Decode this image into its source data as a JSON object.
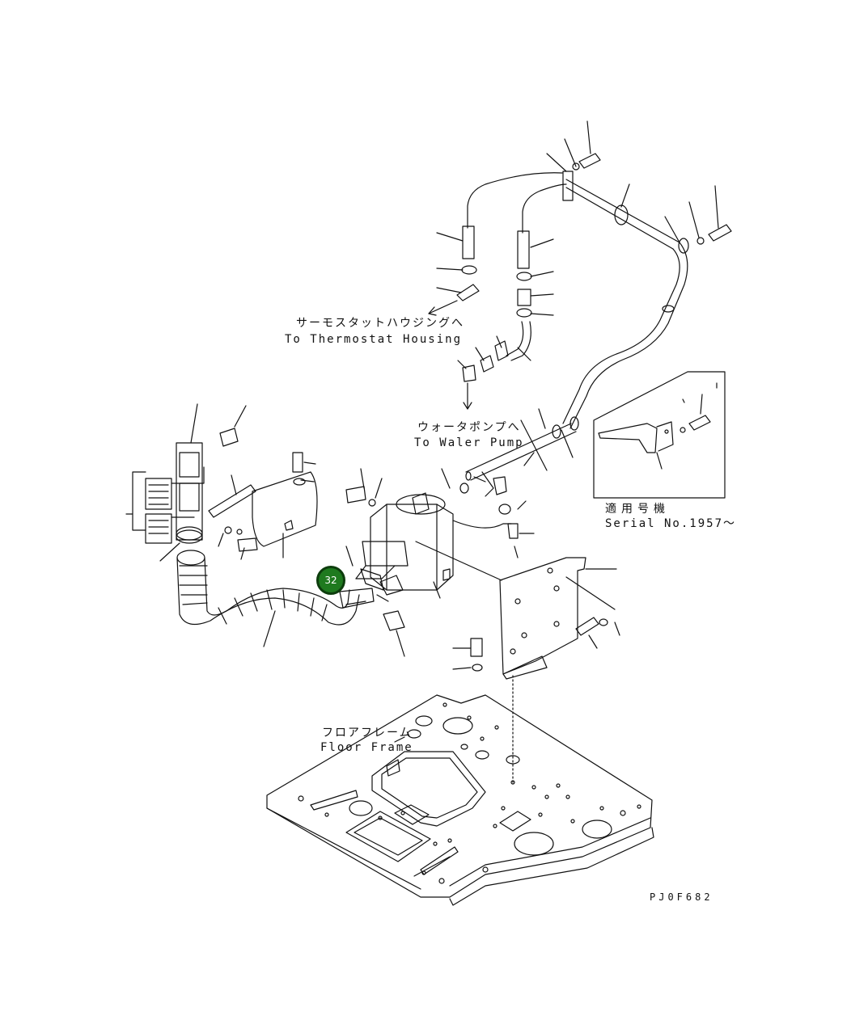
{
  "labels": {
    "thermostat_jp": "サーモスタットハウジングへ",
    "thermostat_en": "To Thermostat Housing",
    "pump_jp": "ウォータポンプへ",
    "pump_en": "To Waler Pump",
    "serial_jp": "適用号機",
    "serial_en": "Serial No.1957～",
    "floor_jp": "フロアフレーム",
    "floor_en": "Floor Frame",
    "drawing_code": "PJ0F682"
  },
  "callout": {
    "number": "32",
    "color": "#1f7a1f"
  }
}
